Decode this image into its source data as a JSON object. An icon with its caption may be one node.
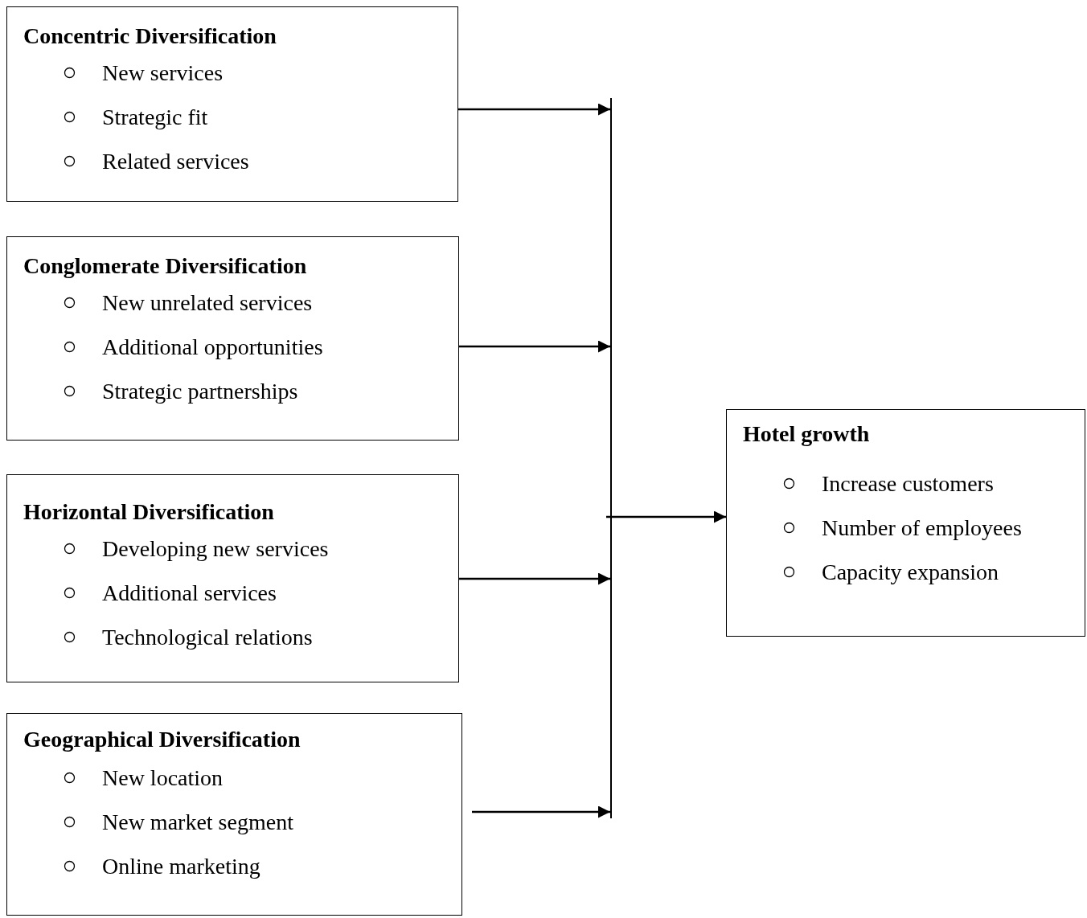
{
  "diagram": {
    "nodes": [
      {
        "text": [
          "Concentric Diversification",
          "New services",
          "Strategic fit",
          "Related services"
        ]
      },
      {
        "text": [
          "Conglomerate Diversification",
          "New unrelated services",
          "Additional opportunities",
          "Strategic partnerships"
        ]
      },
      {
        "text": [
          "Horizontal Diversification",
          "Developing new services",
          "Additional services",
          "Technological relations"
        ]
      },
      {
        "text": [
          "Geographical Diversification",
          "New location",
          "New market segment",
          "Online marketing"
        ]
      },
      {
        "text": [],
        "shape": "bar"
      },
      {
        "text": [
          "Hotel growth",
          "Increase customers",
          "Number of employees",
          "Capacity expansion"
        ]
      }
    ],
    "edges": [
      {
        "from": 0,
        "to": 4,
        "arrow": "to"
      },
      {
        "from": 1,
        "to": 4,
        "arrow": "to"
      },
      {
        "from": 2,
        "to": 4,
        "arrow": "to"
      },
      {
        "from": 3,
        "to": 4,
        "arrow": "to"
      },
      {
        "from": 4,
        "to": 5,
        "arrow": "to"
      }
    ]
  }
}
